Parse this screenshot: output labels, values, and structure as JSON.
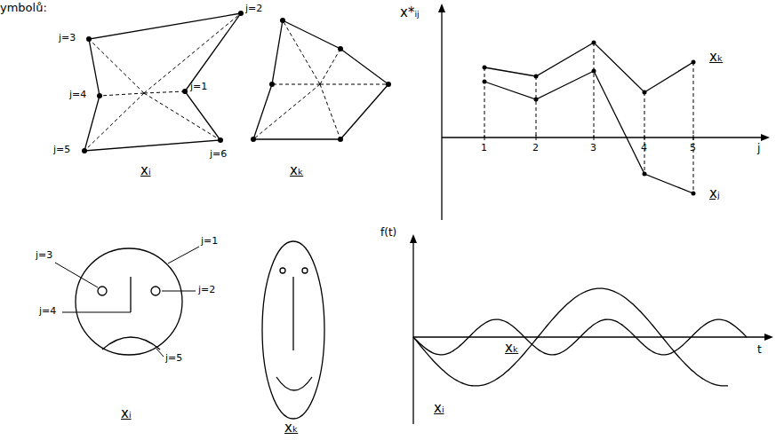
{
  "diagram": {
    "labels": [
      "ymbolů:",
      "j=3",
      "j=2",
      "j=4",
      "j=1",
      "j=5",
      "j=6",
      "xᵢ",
      "xₖ",
      "x*ᵢⱼ",
      "1",
      "2",
      "3",
      "4",
      "5",
      "j",
      "xₖ",
      "xⱼ",
      "j=3",
      "j=1",
      "j=2",
      "j=4",
      "j=5",
      "xᵢ",
      "xₖ",
      "f(t)",
      "t",
      "xₖ",
      "xᵢ"
    ]
  }
}
